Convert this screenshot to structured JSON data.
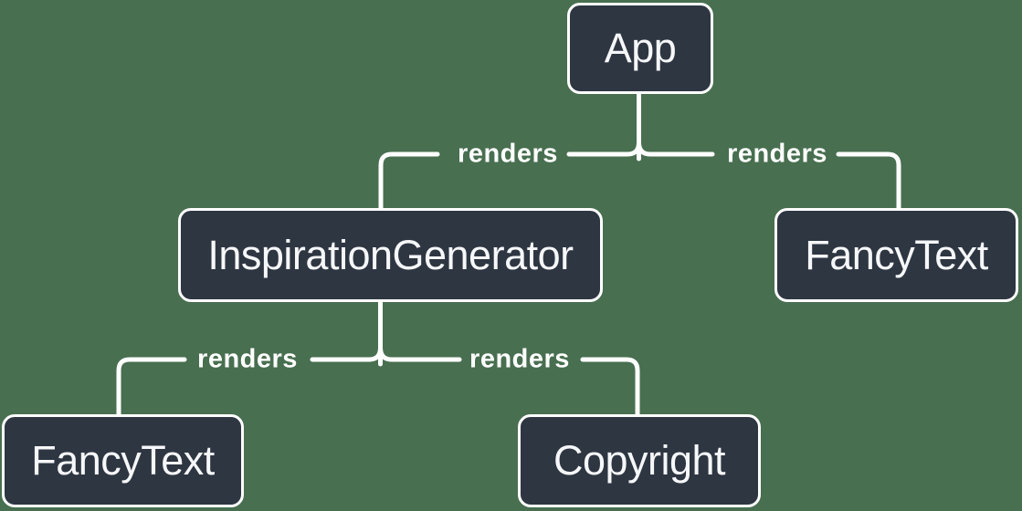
{
  "diagram": {
    "colors": {
      "background": "#486F50",
      "node_fill": "#2E3642",
      "node_border": "#FFFFFF",
      "node_text": "#F6F7F9",
      "connector": "#FFFFFF",
      "edge_label_text": "#FFFFFF"
    },
    "nodes": [
      {
        "id": "app",
        "label": "App"
      },
      {
        "id": "inspiration-generator",
        "label": "InspirationGenerator"
      },
      {
        "id": "fancy-text-top",
        "label": "FancyText"
      },
      {
        "id": "fancy-text-bottom",
        "label": "FancyText"
      },
      {
        "id": "copyright",
        "label": "Copyright"
      }
    ],
    "edges": [
      {
        "from": "App",
        "to": "InspirationGenerator",
        "label": "renders"
      },
      {
        "from": "App",
        "to": "FancyText",
        "label": "renders"
      },
      {
        "from": "InspirationGenerator",
        "to": "FancyText",
        "label": "renders"
      },
      {
        "from": "InspirationGenerator",
        "to": "Copyright",
        "label": "renders"
      }
    ]
  }
}
